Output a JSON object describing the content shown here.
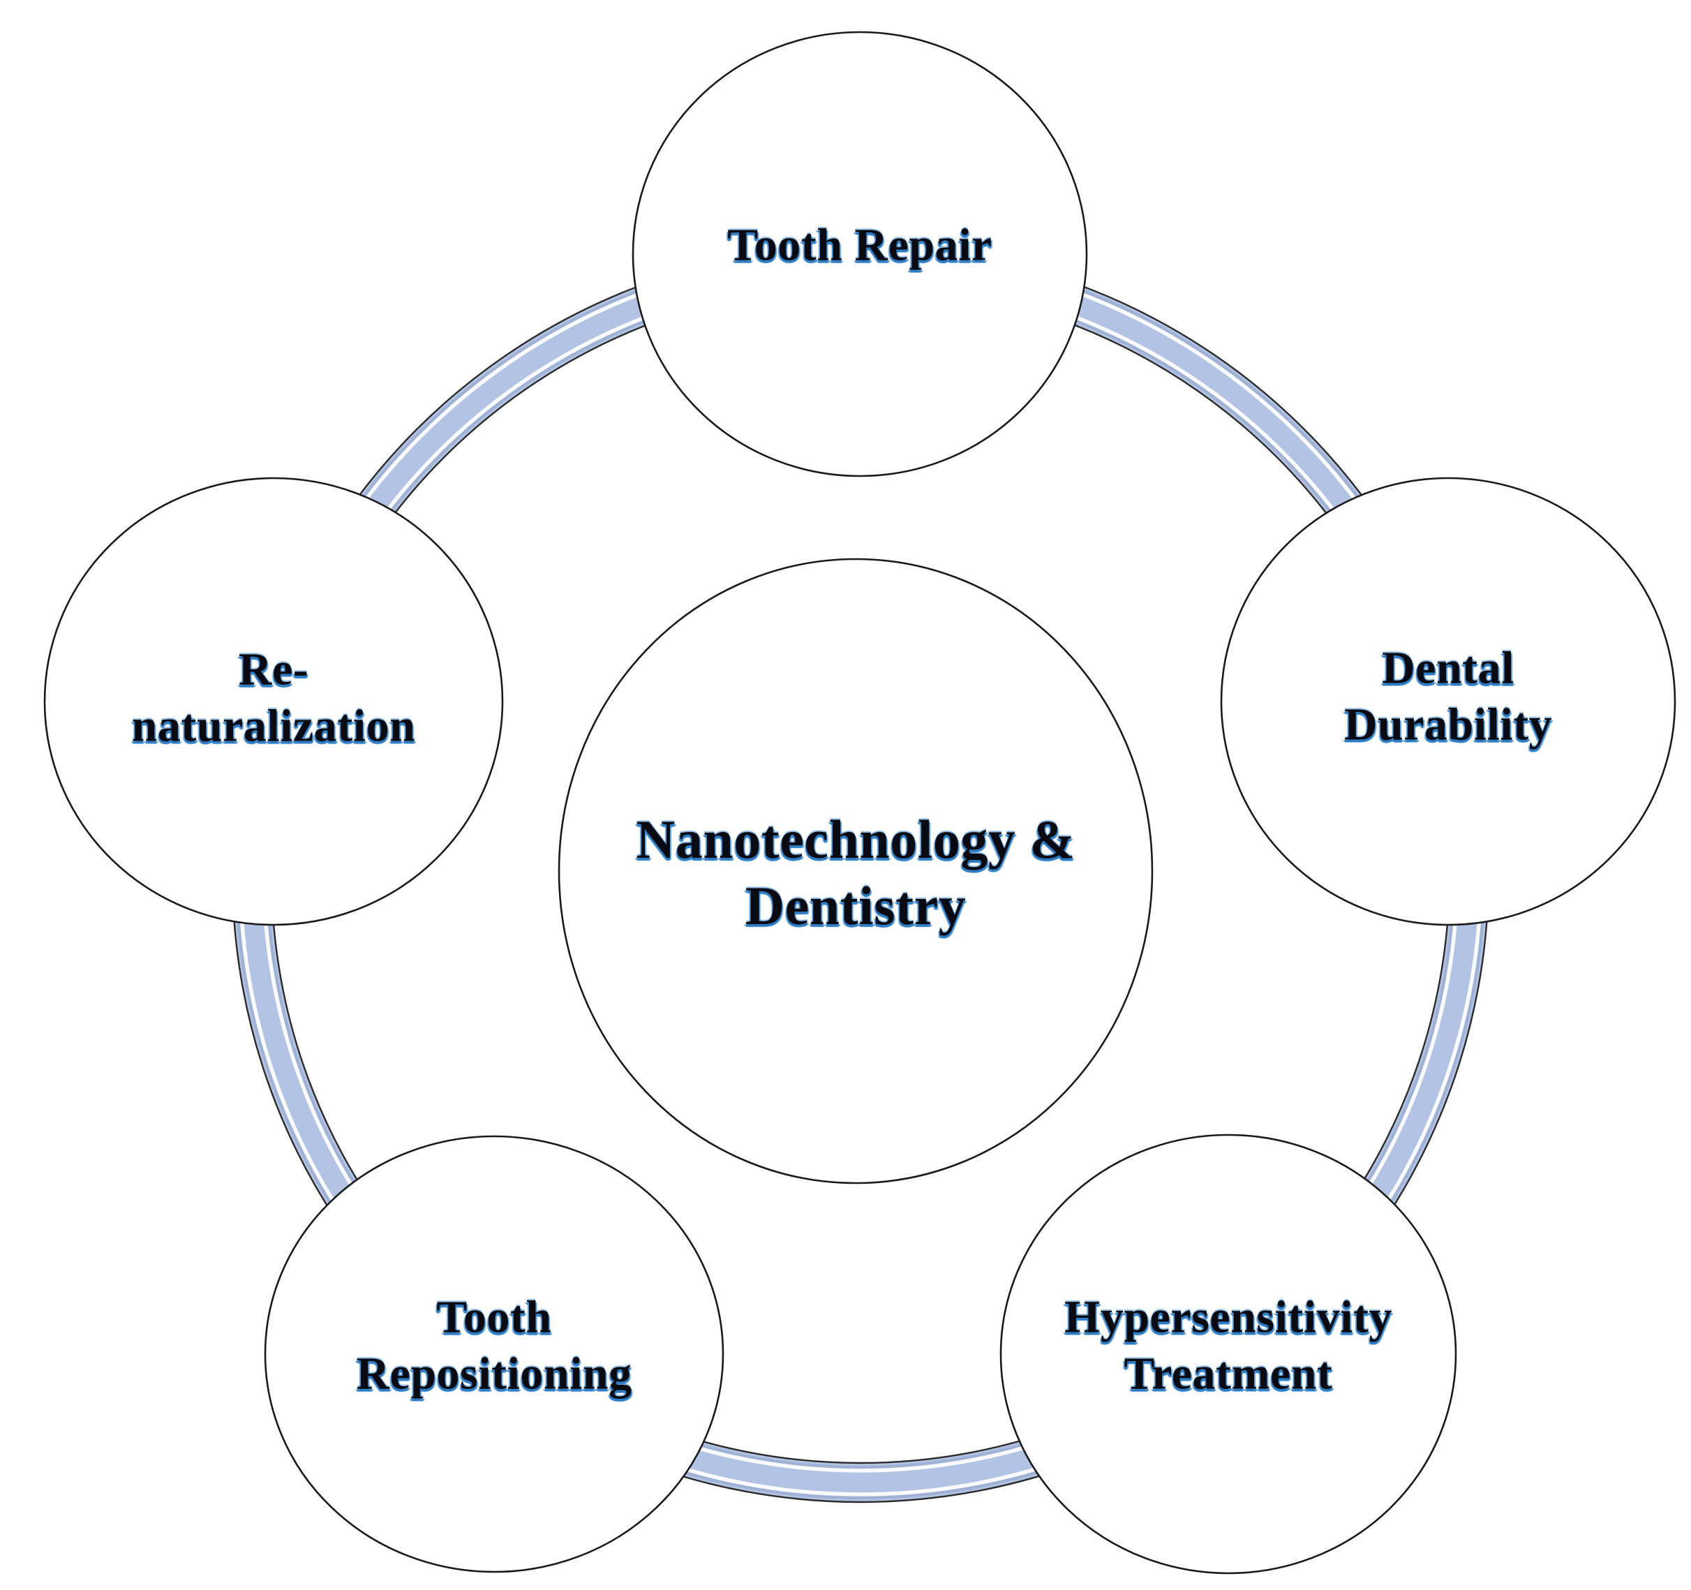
{
  "figure": {
    "center": {
      "id": "nanotechnology-dentistry",
      "label": "Nanotechnology &\nDentistry"
    },
    "satellites": [
      {
        "id": "tooth-repair",
        "position": "top",
        "label": "Tooth Repair"
      },
      {
        "id": "dental-durability",
        "position": "right",
        "label": "Dental\nDurability"
      },
      {
        "id": "hypersensitivity-treatment",
        "position": "bottom-right",
        "label": "Hypersensitivity\nTreatment"
      },
      {
        "id": "tooth-repositioning",
        "position": "bottom-left",
        "label": "Tooth\nRepositioning"
      },
      {
        "id": "re-naturalization",
        "position": "left",
        "label": "Re-\nnaturalization"
      }
    ],
    "colors": {
      "background": "#ffffff",
      "ring_fill": "#b3c3e3",
      "ring_edge": "#2b2b2b",
      "ring_highlight": "#fdfeff",
      "circle_fill": "#ffffff",
      "circle_border": "#1a1a1a",
      "label_text": "#0a0a12",
      "label_shadow": "#2b7cc4"
    }
  }
}
